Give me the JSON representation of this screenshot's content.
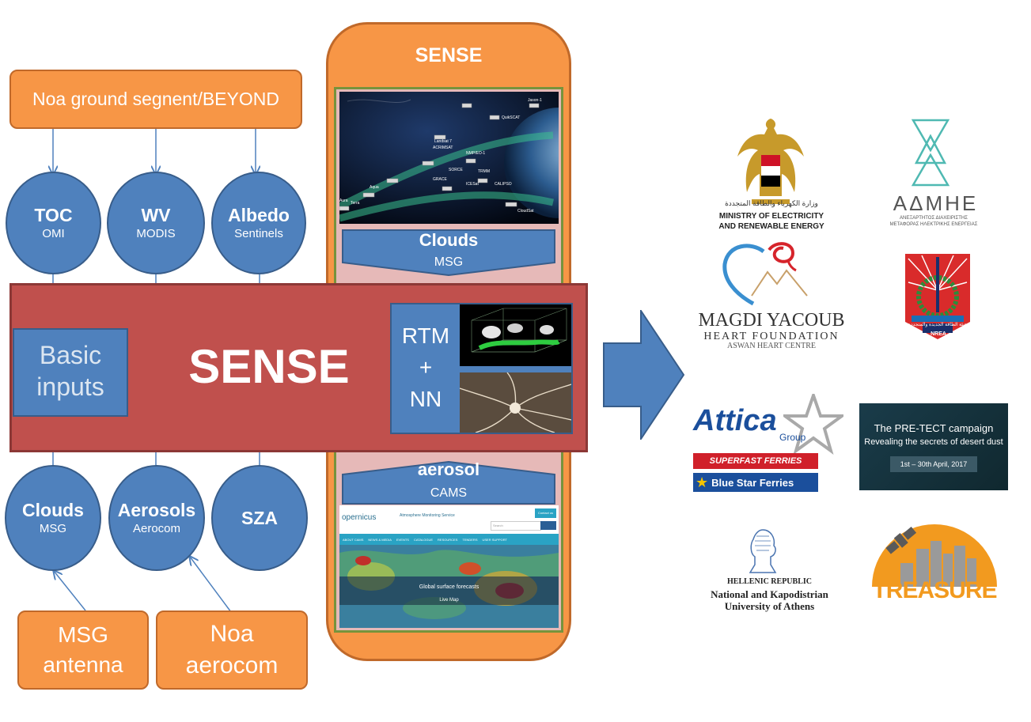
{
  "top_box": "Noa ground segnent/BEYOND",
  "circles_top": [
    {
      "title": "TOC",
      "sub": "OMI"
    },
    {
      "title": "WV",
      "sub": "MODIS"
    },
    {
      "title": "Albedo",
      "sub": "Sentinels"
    }
  ],
  "circles_bottom": [
    {
      "title": "Clouds",
      "sub": "MSG"
    },
    {
      "title": "Aerosols",
      "sub": "Aerocom"
    },
    {
      "title": "SZA",
      "sub": ""
    }
  ],
  "bottom_boxes": [
    {
      "line1": "MSG",
      "line2": "antenna"
    },
    {
      "line1": "Noa",
      "line2": "aerocom"
    }
  ],
  "basic_inputs": {
    "line1": "Basic",
    "line2": "inputs"
  },
  "sense_main": "SENSE",
  "rtm_nn": {
    "line1": "RTM",
    "line2": "+",
    "line3": "NN"
  },
  "phone": {
    "title": "SENSE",
    "clouds": {
      "title": "Clouds",
      "sub": "MSG"
    },
    "aerosol": {
      "title": "aerosol",
      "sub": "CAMS"
    },
    "satellites": [
      "Jason-1",
      "QuikSCAT",
      "ACRIMSAT",
      "Landsat 7",
      "NMP/EO-1",
      "SORCE",
      "TRMM",
      "GRACE",
      "ICESat",
      "CALIPSO",
      "Aqua",
      "Terra",
      "CloudSat",
      "Aura"
    ],
    "cams": {
      "logo": "opernicus",
      "logo_sub": "Atmosphere Monitoring Service",
      "contact": "Contact us",
      "search": "Search",
      "nav": [
        "ABOUT CAMS",
        "NEWS & MEDIA",
        "EVENTS",
        "CATALOGUE",
        "RESOURCES",
        "TENDERS",
        "USER SUPPORT"
      ],
      "caption": "Global surface forecasts",
      "link": "Live Map"
    }
  },
  "logos": {
    "egypt_line1": "MINISTRY OF ELECTRICITY",
    "egypt_line2": "AND RENEWABLE ENERGY",
    "egypt_arabic": "وزارة الكهرباء والطاقة المتجددة",
    "admhe": "ΑΔΜΗΕ",
    "admhe_sub1": "ΑΝΕΞΑΡΤΗΤΟΣ ΔΙΑΧΕΙΡΙΣΤΗΣ",
    "admhe_sub2": "ΜΕΤΑΦΟΡΑΣ ΗΛΕΚΤΡΙΚΗΣ ΕΝΕΡΓΕΙΑΣ",
    "magdi_line1": "MAGDI YACOUB",
    "magdi_line2": "HEART FOUNDATION",
    "magdi_line3": "ASWAN HEART CENTRE",
    "nrea_arabic": "هيئة الطاقة الجديدة والمتجددة",
    "nrea": "NREA",
    "attica": "Attica",
    "attica_group": "Group",
    "superfast": "SUPERFAST FERRIES",
    "bluestar": "Blue Star Ferries",
    "pretect_title": "The PRE-TECT campaign",
    "pretect_sub": "Revealing the secrets of desert dust",
    "pretect_date": "1st – 30th April, 2017",
    "uoa_line1": "HELLENIC REPUBLIC",
    "uoa_line2": "National and Kapodistrian",
    "uoa_line3": "University of Athens",
    "treasure": "TREASURE"
  },
  "colors": {
    "orange": "#f79646",
    "blue": "#4f81bd",
    "red": "#c0504d",
    "pink": "#e6b9b8"
  }
}
